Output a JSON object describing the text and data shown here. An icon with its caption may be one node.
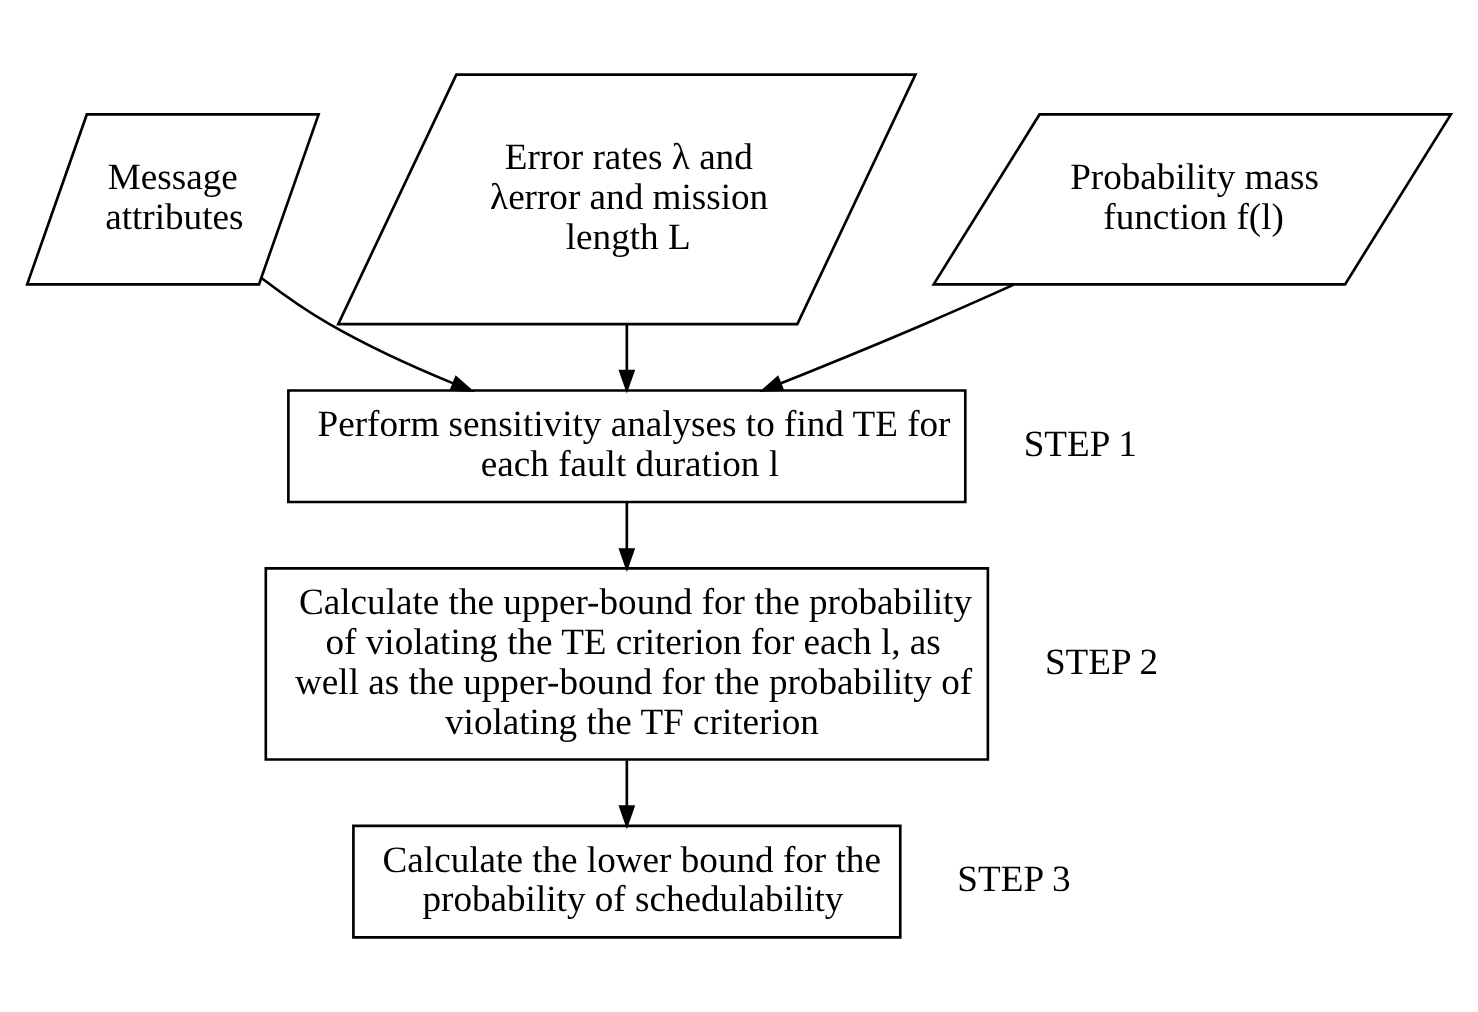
{
  "diagram": {
    "nodes": [
      {
        "text": [
          "Message attributes"
        ]
      },
      {
        "text": [
          "Error rates λ and λerror and mission length L"
        ]
      },
      {
        "text": [
          "Probability mass function f(l)"
        ]
      },
      {
        "text": [
          "Perform sensitivity analyses to find TE for each fault duration l"
        ],
        "beside": [
          "STEP 1"
        ]
      },
      {
        "text": [
          "Calculate the upper-bound for the probability of violating the TE criterion for each l, as well as the upper-bound for the probability of violating the TF criterion"
        ],
        "beside": [
          "STEP 2"
        ]
      },
      {
        "text": [
          "Calculate the lower bound for the probability of schedulability"
        ],
        "beside": [
          "STEP 3"
        ]
      }
    ],
    "edges": [
      {
        "from": 0,
        "to": 3,
        "arrow": "to"
      },
      {
        "from": 1,
        "to": 3,
        "arrow": "to"
      },
      {
        "from": 2,
        "to": 3,
        "arrow": "to"
      },
      {
        "from": 3,
        "to": 4,
        "arrow": "to"
      },
      {
        "from": 4,
        "to": 5,
        "arrow": "to"
      }
    ]
  }
}
